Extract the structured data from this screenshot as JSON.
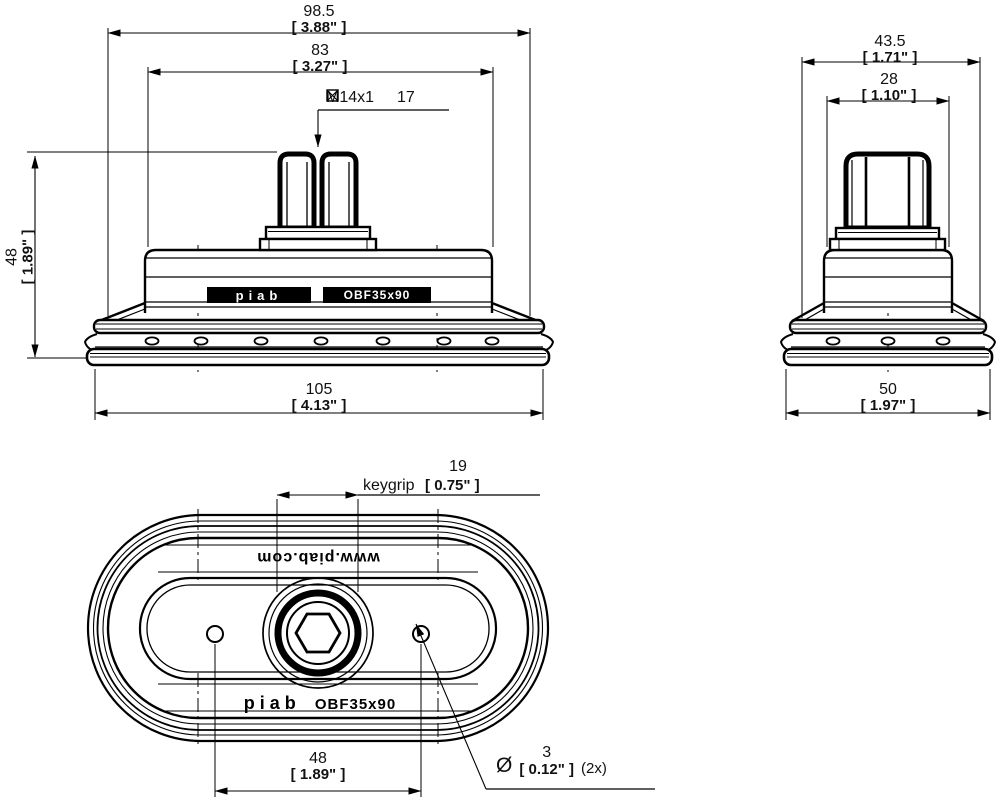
{
  "branding": {
    "logo": "piab",
    "model": "OBF35x90",
    "website": "www.piab.com"
  },
  "front_view": {
    "width_overall": {
      "mm": "98.5",
      "in": "[ 3.88\" ]"
    },
    "width_body": {
      "mm": "83",
      "in": "[ 3.27\" ]"
    },
    "thread": {
      "label": "M14x1",
      "depth_symbol": "crossed-box-depth-symbol",
      "depth": "17"
    },
    "height": {
      "mm": "48",
      "in": "[ 1.89\" ]"
    },
    "width_flange": {
      "mm": "105",
      "in": "[ 4.13\" ]"
    }
  },
  "side_view": {
    "width_overall": {
      "mm": "43.5",
      "in": "[ 1.71\" ]"
    },
    "width_body": {
      "mm": "28",
      "in": "[ 1.10\" ]"
    },
    "width_flange": {
      "mm": "50",
      "in": "[ 1.97\" ]"
    }
  },
  "bottom_view": {
    "keygrip": {
      "label": "keygrip",
      "mm": "19",
      "in": "[ 0.75\" ]"
    },
    "hole_spacing": {
      "mm": "48",
      "in": "[ 1.89\" ]"
    },
    "hole_diameter": {
      "symbol": "Ø",
      "mm": "3",
      "in": "[ 0.12\" ]",
      "qty": "(2x)"
    }
  }
}
